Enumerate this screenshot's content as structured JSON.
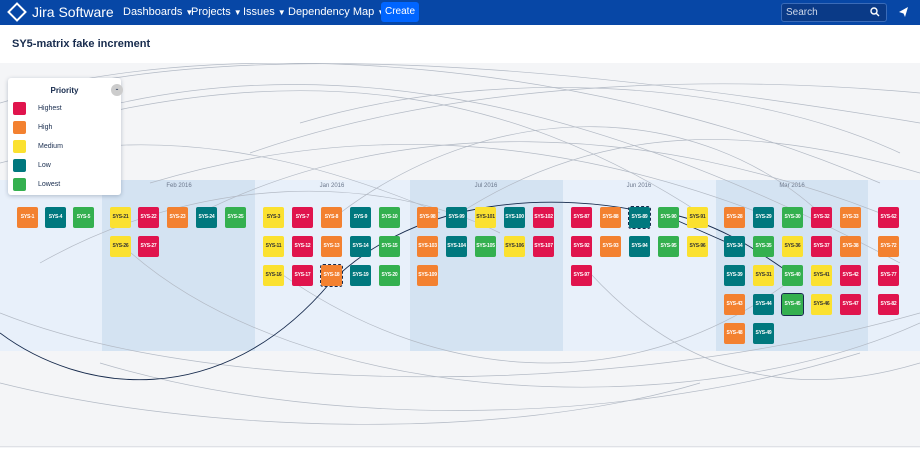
{
  "nav": {
    "logo_text": "Jira Software",
    "dashboards": "Dashboards",
    "projects": "Projects",
    "issues": "Issues",
    "dependency_map": "Dependency Map",
    "create": "Create",
    "search_placeholder": "Search"
  },
  "page": {
    "title": "SY5-matrix fake increment"
  },
  "legend": {
    "title": "Priority",
    "toggle": "-",
    "items": [
      {
        "label": "Highest",
        "color": "#e0144d"
      },
      {
        "label": "High",
        "color": "#f38130"
      },
      {
        "label": "Medium",
        "color": "#fbe130"
      },
      {
        "label": "Low",
        "color": "#00787e"
      },
      {
        "label": "Lowest",
        "color": "#34b04f"
      }
    ]
  },
  "months": [
    "Feb 2016",
    "Jan 2016",
    "Jul 2016",
    "Jun 2016",
    "Mar 2016"
  ],
  "cards": [
    {
      "key": "SYS-1",
      "priority": "high"
    },
    {
      "key": "SYS-4",
      "priority": "low"
    },
    {
      "key": "SYS-5",
      "priority": "lowest"
    },
    {
      "key": "SYS-21",
      "priority": "medium"
    },
    {
      "key": "SYS-22",
      "priority": "highest"
    },
    {
      "key": "SYS-23",
      "priority": "high"
    },
    {
      "key": "SYS-24",
      "priority": "low"
    },
    {
      "key": "SYS-25",
      "priority": "lowest"
    },
    {
      "key": "SYS-26",
      "priority": "medium"
    },
    {
      "key": "SYS-27",
      "priority": "highest"
    },
    {
      "key": "SYS-3",
      "priority": "medium"
    },
    {
      "key": "SYS-7",
      "priority": "highest"
    },
    {
      "key": "SYS-8",
      "priority": "high"
    },
    {
      "key": "SYS-9",
      "priority": "low"
    },
    {
      "key": "SYS-10",
      "priority": "lowest"
    },
    {
      "key": "SYS-11",
      "priority": "medium"
    },
    {
      "key": "SYS-12",
      "priority": "highest"
    },
    {
      "key": "SYS-13",
      "priority": "high"
    },
    {
      "key": "SYS-14",
      "priority": "low"
    },
    {
      "key": "SYS-15",
      "priority": "lowest"
    },
    {
      "key": "SYS-16",
      "priority": "medium"
    },
    {
      "key": "SYS-17",
      "priority": "highest"
    },
    {
      "key": "SYS-18",
      "priority": "high"
    },
    {
      "key": "SYS-19",
      "priority": "low"
    },
    {
      "key": "SYS-20",
      "priority": "lowest"
    },
    {
      "key": "SYS-98",
      "priority": "high"
    },
    {
      "key": "SYS-99",
      "priority": "low"
    },
    {
      "key": "SYS-101",
      "priority": "medium"
    },
    {
      "key": "SYS-100",
      "priority": "low"
    },
    {
      "key": "SYS-102",
      "priority": "highest"
    },
    {
      "key": "SYS-103",
      "priority": "high"
    },
    {
      "key": "SYS-104",
      "priority": "low"
    },
    {
      "key": "SYS-105",
      "priority": "lowest"
    },
    {
      "key": "SYS-106",
      "priority": "medium"
    },
    {
      "key": "SYS-107",
      "priority": "highest"
    },
    {
      "key": "SYS-109",
      "priority": "high"
    },
    {
      "key": "SYS-87",
      "priority": "highest"
    },
    {
      "key": "SYS-92",
      "priority": "highest"
    },
    {
      "key": "SYS-97",
      "priority": "highest"
    },
    {
      "key": "SYS-88",
      "priority": "high"
    },
    {
      "key": "SYS-93",
      "priority": "high"
    },
    {
      "key": "SYS-89",
      "priority": "low"
    },
    {
      "key": "SYS-94",
      "priority": "low"
    },
    {
      "key": "SYS-90",
      "priority": "lowest"
    },
    {
      "key": "SYS-95",
      "priority": "lowest"
    },
    {
      "key": "SYS-91",
      "priority": "medium"
    },
    {
      "key": "SYS-96",
      "priority": "medium"
    },
    {
      "key": "SYS-28",
      "priority": "high"
    },
    {
      "key": "SYS-29",
      "priority": "low"
    },
    {
      "key": "SYS-30",
      "priority": "lowest"
    },
    {
      "key": "SYS-32",
      "priority": "highest"
    },
    {
      "key": "SYS-33",
      "priority": "high"
    },
    {
      "key": "SYS-34",
      "priority": "low"
    },
    {
      "key": "SYS-35",
      "priority": "lowest"
    },
    {
      "key": "SYS-36",
      "priority": "medium"
    },
    {
      "key": "SYS-37",
      "priority": "highest"
    },
    {
      "key": "SYS-38",
      "priority": "high"
    },
    {
      "key": "SYS-39",
      "priority": "low"
    },
    {
      "key": "SYS-31",
      "priority": "medium"
    },
    {
      "key": "SYS-40",
      "priority": "lowest"
    },
    {
      "key": "SYS-41",
      "priority": "medium"
    },
    {
      "key": "SYS-42",
      "priority": "highest"
    },
    {
      "key": "SYS-43",
      "priority": "high"
    },
    {
      "key": "SYS-44",
      "priority": "low"
    },
    {
      "key": "SYS-45",
      "priority": "lowest"
    },
    {
      "key": "SYS-46",
      "priority": "medium"
    },
    {
      "key": "SYS-47",
      "priority": "highest"
    },
    {
      "key": "SYS-48",
      "priority": "high"
    },
    {
      "key": "SYS-49",
      "priority": "low"
    },
    {
      "key": "SYS-62",
      "priority": "highest"
    },
    {
      "key": "SYS-72",
      "priority": "high"
    },
    {
      "key": "SYS-77",
      "priority": "highest"
    },
    {
      "key": "SYS-82",
      "priority": "highest"
    }
  ]
}
